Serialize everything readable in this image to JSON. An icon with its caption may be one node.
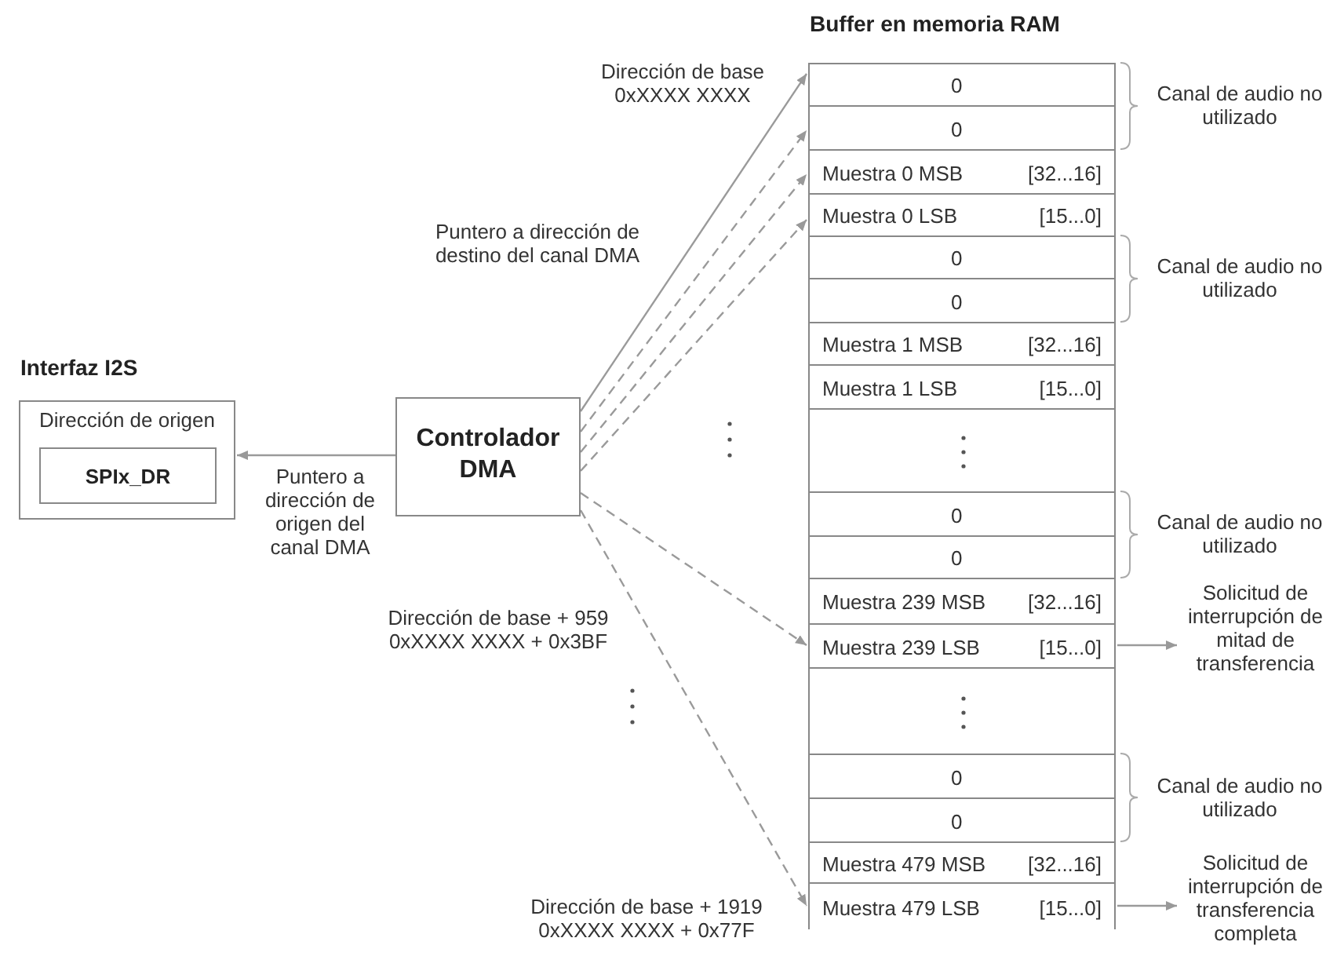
{
  "diagram": {
    "nodes": [
      {
        "text": [
          "Interfaz I2S",
          "Dirección de origen"
        ]
      },
      {
        "text": [
          "SPIx_DR"
        ],
        "in": 0
      },
      {
        "text": [
          "Controlador DMA"
        ]
      },
      {
        "text": [
          "Buffer en memoria RAM"
        ]
      },
      {
        "text": [
          "0"
        ],
        "in": 3
      },
      {
        "text": [
          "0"
        ],
        "in": 3
      },
      {
        "text": [
          "Muestra 0 MSB",
          "[32...16]"
        ],
        "in": 3
      },
      {
        "text": [
          "Muestra 0 LSB",
          "[15...0]"
        ],
        "in": 3
      },
      {
        "text": [
          "0"
        ],
        "in": 3
      },
      {
        "text": [
          "0"
        ],
        "in": 3
      },
      {
        "text": [
          "Muestra 1 MSB",
          "[32...16]"
        ],
        "in": 3
      },
      {
        "text": [
          "Muestra 1 LSB",
          "[15...0]"
        ],
        "in": 3
      },
      {
        "text": [],
        "shape": "box",
        "in": 3
      },
      {
        "text": [
          "0"
        ],
        "in": 3
      },
      {
        "text": [
          "0"
        ],
        "in": 3
      },
      {
        "text": [
          "Muestra 239 MSB",
          "[32...16]"
        ],
        "in": 3
      },
      {
        "text": [
          "Muestra 239 LSB",
          "[15...0]"
        ],
        "in": 3
      },
      {
        "text": [],
        "shape": "box",
        "in": 3
      },
      {
        "text": [
          "0"
        ],
        "in": 3
      },
      {
        "text": [
          "0"
        ],
        "in": 3
      },
      {
        "text": [
          "Muestra 479 MSB",
          "[32...16]"
        ],
        "in": 3
      },
      {
        "text": [
          "Muestra 479 LSB",
          "[15...0]"
        ],
        "in": 3
      },
      {
        "text": [
          "Solicitud de interrupción de mitad de transferencia"
        ]
      },
      {
        "text": [
          "Solicitud de interrupción de transferencia completa"
        ]
      }
    ],
    "edges": [
      {
        "from": 2,
        "to": 0,
        "arrow": "to",
        "label": "Puntero a dirección de origen del canal DMA"
      },
      {
        "from": 2,
        "to": 4,
        "arrow": "to"
      },
      {
        "from": 2,
        "to": 5,
        "arrow": "to",
        "style": "dashed"
      },
      {
        "from": 2,
        "to": 6,
        "arrow": "to",
        "style": "dashed"
      },
      {
        "from": 2,
        "to": 7,
        "arrow": "to",
        "style": "dashed"
      },
      {
        "from": 2,
        "to": 16,
        "arrow": "to",
        "style": "dashed"
      },
      {
        "from": 2,
        "to": 21,
        "arrow": "to",
        "style": "dashed"
      },
      {
        "from": 16,
        "to": 22,
        "arrow": "to"
      },
      {
        "from": 21,
        "to": 23,
        "arrow": "to"
      }
    ],
    "labels": [
      "Dirección de base 0xXXXX XXXX",
      "Canal de audio no utilizado",
      "Puntero a dirección de destino del canal DMA",
      "Canal de audio no utilizado",
      "Canal de audio no utilizado",
      "Dirección de base + 959 0xXXXX XXXX + 0x3BF",
      "Canal de audio no utilizado",
      "Dirección de base + 1919 0xXXXX XXXX + 0x77F"
    ]
  }
}
